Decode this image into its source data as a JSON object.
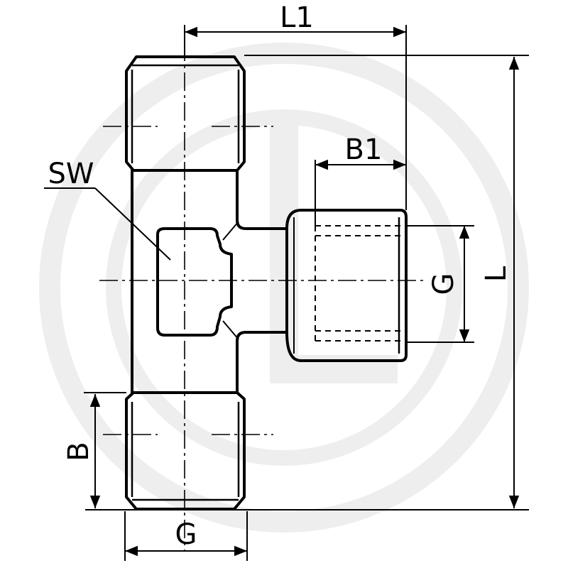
{
  "drawing": {
    "subject": "tee-fitting",
    "labels": {
      "l1": "L1",
      "b1": "B1",
      "sw": "SW",
      "g_side": "G",
      "l": "L",
      "b": "B",
      "g_bottom": "G"
    },
    "colors": {
      "line": "#000000",
      "watermark": "#eeeeee",
      "background": "#ffffff"
    }
  }
}
